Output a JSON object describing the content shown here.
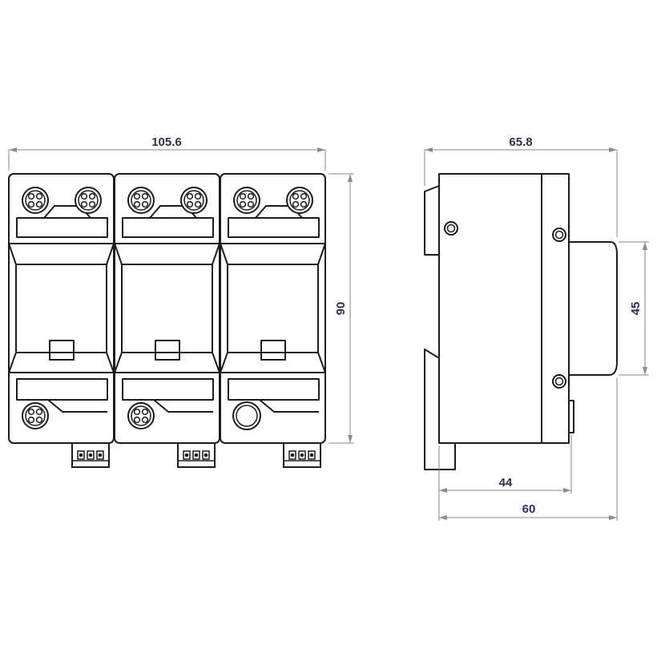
{
  "dimensions": {
    "width_front": "105.6",
    "height_front": "90",
    "width_side": "65.8",
    "rail_height": "45",
    "depth_inner": "44",
    "depth_outer": "60"
  },
  "views": {
    "front": {
      "pole_count": 3
    },
    "side": {}
  },
  "colors": {
    "line": "#1c1c1c",
    "dimension_line": "#8a8a8a",
    "label": "#2e2e56"
  }
}
